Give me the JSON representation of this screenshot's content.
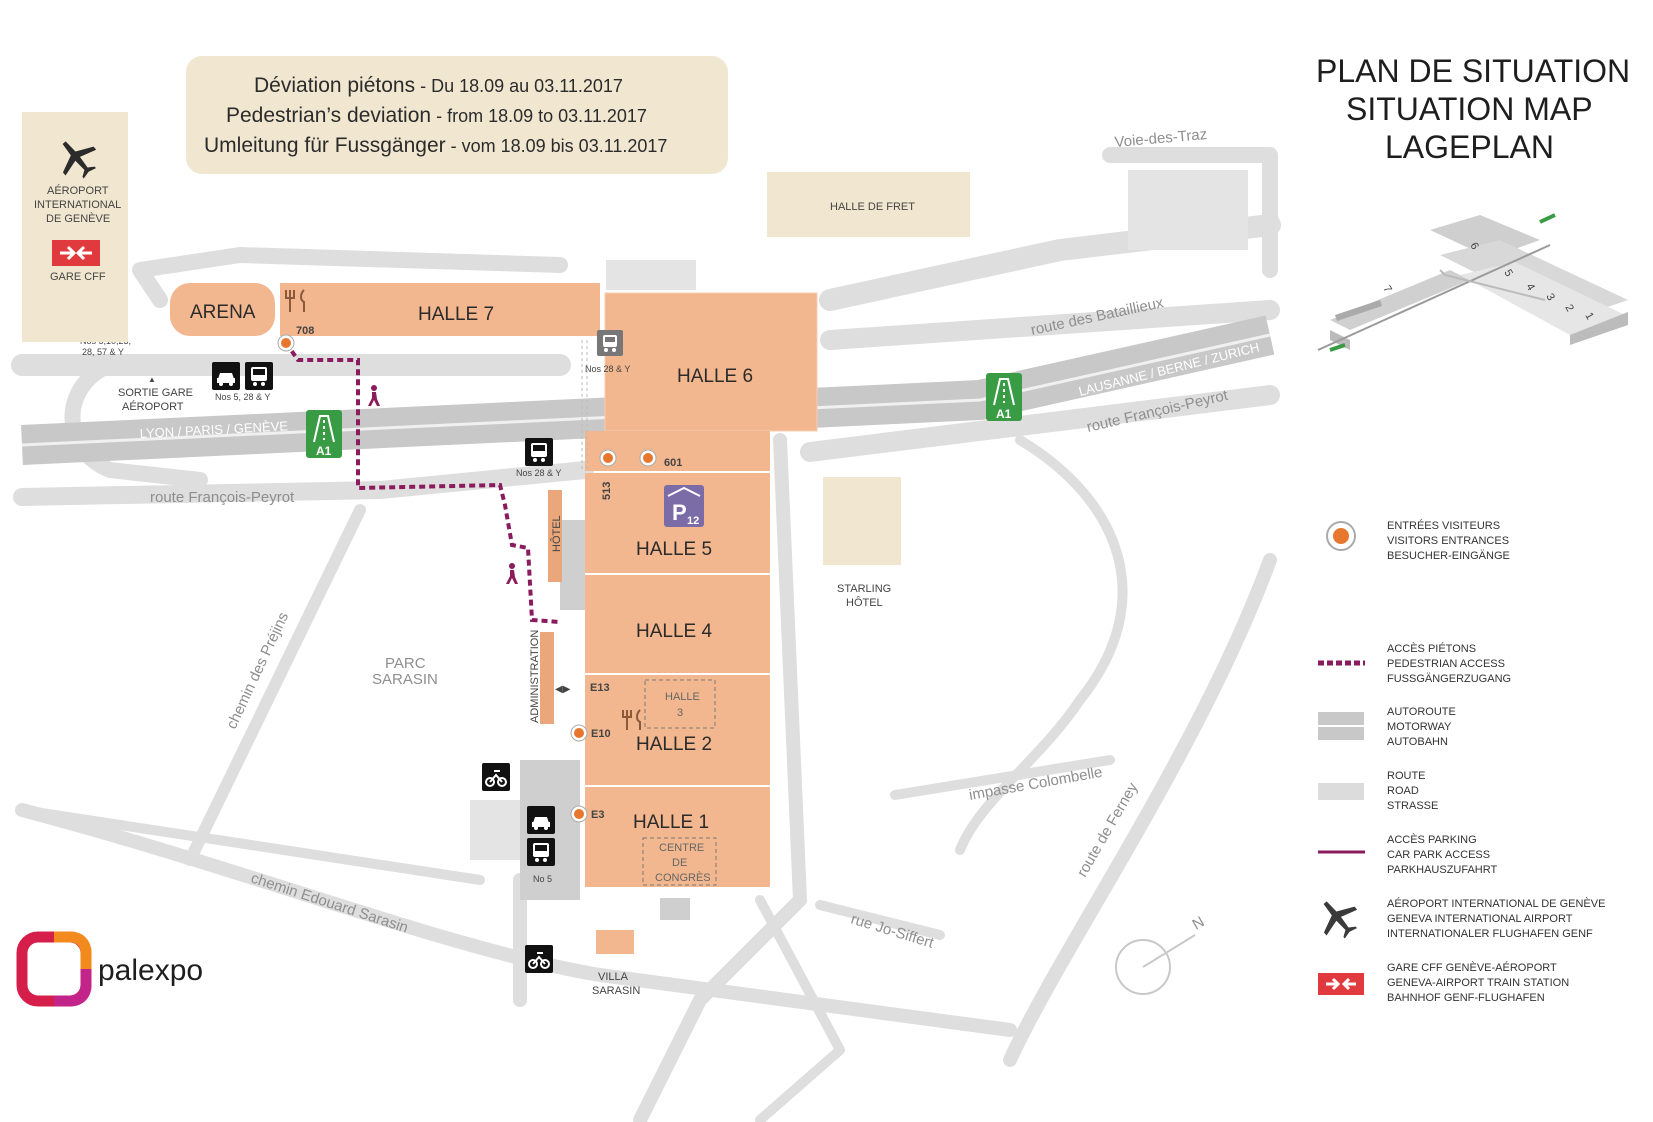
{
  "banner": {
    "line1_main": "Déviation piétons",
    "line1_sub": " - Du 18.09 au 03.11.2017",
    "line2_main": "Pedestrian’s deviation",
    "line2_sub": " - from 18.09 to 03.11.2017",
    "line3_main": "Umleitung für Fussgänger",
    "line3_sub": " - vom 18.09 bis 03.11.2017"
  },
  "title": {
    "fr": "PLAN DE SITUATION",
    "en": "SITUATION MAP",
    "de": "LAGEPLAN"
  },
  "left_panel": {
    "airport_1": "AÉROPORT",
    "airport_2": "INTERNATIONAL",
    "airport_3": "DE GENÈVE",
    "station": "GARE CFF"
  },
  "halls": {
    "arena": "ARENA",
    "h7": "HALLE 7",
    "h6": "HALLE 6",
    "h5": "HALLE 5",
    "h4": "HALLE 4",
    "h3a": "HALLE",
    "h3b": "3",
    "h2": "HALLE 2",
    "h1": "HALLE 1",
    "cc1": "CENTRE",
    "cc2": "DE",
    "cc3": "CONGRÈS",
    "fret": "HALLE DE FRET",
    "hotel": "HÔTEL",
    "admin": "ADMINISTRATION",
    "starling1": "STARLING",
    "starling2": "HÔTEL",
    "villa1": "VILLA",
    "villa2": "SARASIN",
    "parc1": "PARC",
    "parc2": "SARASIN",
    "parking": "P",
    "parking_num": "12"
  },
  "entrances": {
    "e708": "708",
    "e601": "601",
    "e513": "513",
    "e13": "E13",
    "e10": "E10",
    "e3": "E3"
  },
  "bus": {
    "nos1_a": "Nos 5,10,23,",
    "nos1_b": "28, 57 & Y",
    "nos2": "Nos 5, 28 & Y",
    "nos3": "Nos 28 & Y",
    "nos4": "Nos 28 & Y",
    "nos5": "No 5",
    "sortie1": "SORTIE GARE",
    "sortie2": "AÉROPORT",
    "sortie_arrow": "▲"
  },
  "roads": {
    "voie_traz": "Voie-des-Traz",
    "bataillieux": "route des Bataillieux",
    "lausanne": "LAUSANNE / BERNE / ZURICH",
    "peyrot_east": "route François-Peyrot",
    "lyon": "LYON / PARIS / GENÈVE",
    "peyrot_west": "route François-Peyrot",
    "prejins": "chemin des Préjins",
    "colombelle": "impasse Colombelle",
    "ferney": "route de Ferney",
    "jo_siffert": "rue Jo-Siffert",
    "edouard": "chemin Edouard Sarasin",
    "a1": "A1",
    "north": "N"
  },
  "legend": [
    {
      "l1": "ENTRÉES VISITEURS",
      "l2": "VISITORS ENTRANCES",
      "l3": "BESUCHER-EINGÄNGE"
    },
    {
      "l1": "ACCÈS PIÉTONS",
      "l2": "PEDESTRIAN ACCESS",
      "l3": "FUSSGÄNGERZUGANG"
    },
    {
      "l1": "AUTOROUTE",
      "l2": "MOTORWAY",
      "l3": "AUTOBAHN"
    },
    {
      "l1": "ROUTE",
      "l2": "ROAD",
      "l3": "STRASSE"
    },
    {
      "l1": "ACCÈS PARKING",
      "l2": "CAR PARK ACCESS",
      "l3": "PARKHAUSZUFAHRT"
    },
    {
      "l1": "AÉROPORT INTERNATIONAL DE GENÈVE",
      "l2": "GENEVA INTERNATIONAL AIRPORT",
      "l3": "INTERNATIONALER FLUGHAFEN GENF"
    },
    {
      "l1": "GARE CFF GENÈVE-AÉROPORT",
      "l2": "GENEVA-AIRPORT TRAIN STATION",
      "l3": "BAHNHOF GENF-FLUGHAFEN"
    }
  ],
  "iso": {
    "n6": "6",
    "n7": "7",
    "n5": "5",
    "n4": "4",
    "n3": "3",
    "n2": "2",
    "n1": "1"
  },
  "brand": {
    "name": "palexpo"
  },
  "colors": {
    "hall": "#f2b78f",
    "road": "#dcdcdc",
    "motorway": "#c9c9c9",
    "pedestrian": "#8a1b5c",
    "entrance": "#e8772e",
    "sbb": "#e03a3e",
    "parking": "#7b6ba7",
    "motorway_sign": "#3a9b45"
  },
  "icons": [
    "airplane-icon",
    "sbb-icon",
    "bus-icon",
    "taxi-icon",
    "motorbike-icon",
    "restaurant-icon",
    "pedestrian-icon",
    "compass-icon",
    "motorway-icon"
  ]
}
